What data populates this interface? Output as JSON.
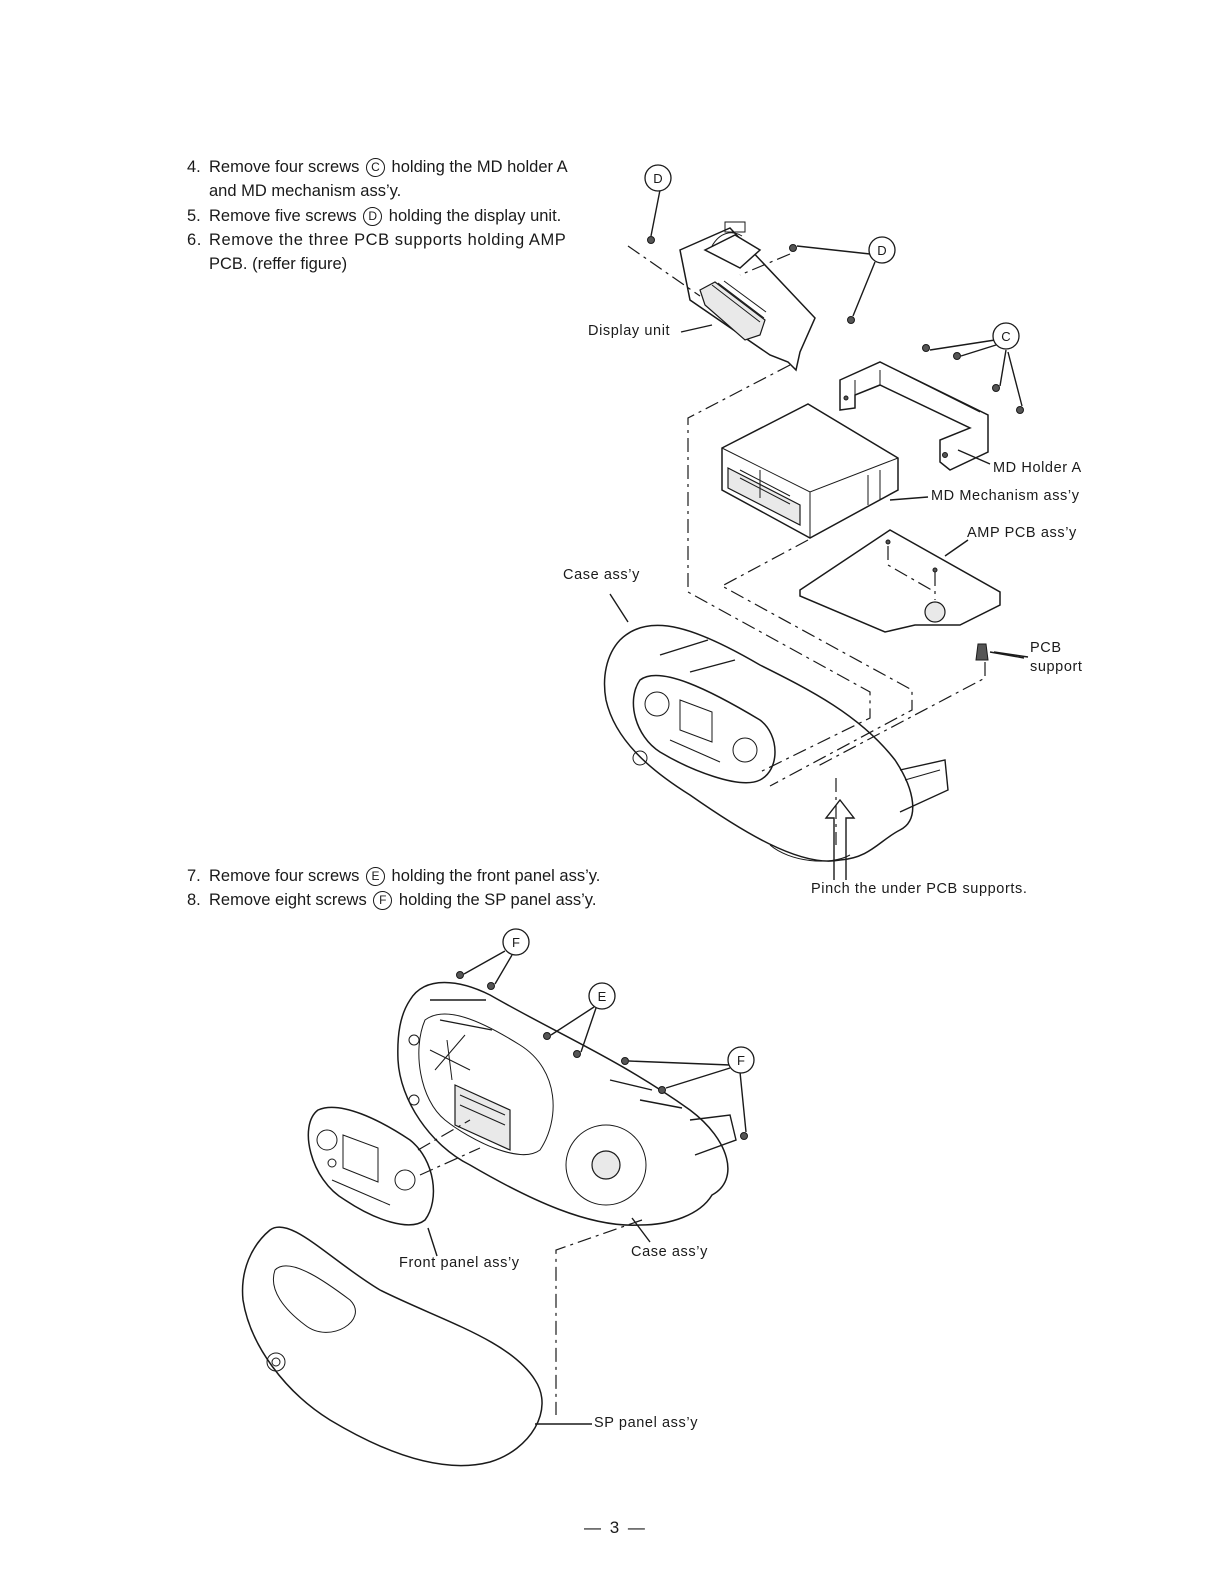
{
  "steps_top": [
    {
      "num": "4.",
      "a": "Remove four screws ",
      "ref": "C",
      "b": " holding the MD holder A",
      "cont": "and MD mechanism ass’y."
    },
    {
      "num": "5.",
      "a": "Remove five screws ",
      "ref": "D",
      "b": " holding the display unit.",
      "cont": ""
    },
    {
      "num": "6.",
      "a": "Remove the three PCB supports holding AMP",
      "ref": "",
      "b": "",
      "cont": "PCB. (reffer figure)"
    }
  ],
  "steps_bottom": [
    {
      "num": "7.",
      "a": "Remove four screws ",
      "ref": "E",
      "b": " holding the front panel ass’y."
    },
    {
      "num": "8.",
      "a": "Remove eight screws ",
      "ref": "F",
      "b": " holding the SP panel ass’y."
    }
  ],
  "labels": {
    "display_unit": "Display unit",
    "md_holder": "MD Holder A",
    "md_mech": "MD Mechanism ass’y",
    "amp_pcb": "AMP PCB ass’y",
    "case_top": "Case ass’y",
    "pcb_support_1": "PCB",
    "pcb_support_2": "support",
    "pinch": "Pinch the under PCB supports.",
    "front_panel": "Front panel ass’y",
    "case_bottom": "Case ass’y",
    "sp_panel": "SP panel ass’y"
  },
  "callouts": {
    "d1": "D",
    "d2": "D",
    "c": "C",
    "f1": "F",
    "e": "E",
    "f2": "F"
  },
  "page_number": "— 3 —"
}
